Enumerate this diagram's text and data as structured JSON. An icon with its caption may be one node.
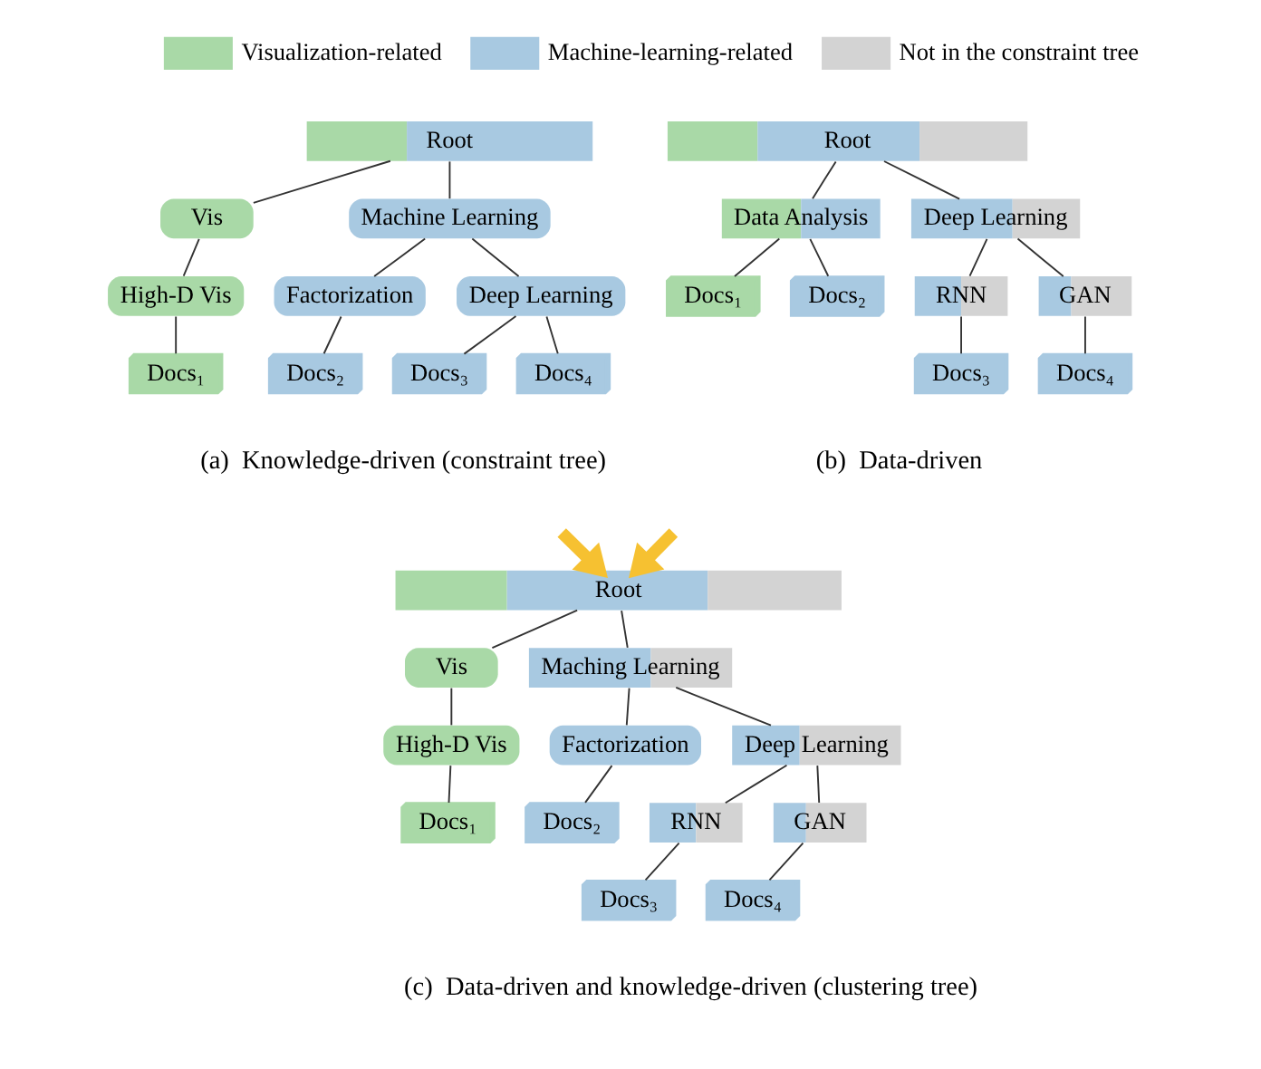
{
  "diagram": {
    "nodes": [
      {
        "text": [
          "Root"
        ]
      },
      {
        "text": [
          "Vis"
        ]
      },
      {
        "text": [
          "Machine Learning"
        ]
      },
      {
        "text": [
          "High-D Vis"
        ]
      },
      {
        "text": [
          "Factorization"
        ]
      },
      {
        "text": [
          "Deep Learning"
        ]
      },
      {
        "text": [
          "Docs₁"
        ]
      },
      {
        "text": [
          "Docs₂"
        ]
      },
      {
        "text": [
          "Docs₃"
        ]
      },
      {
        "text": [
          "Docs₄"
        ]
      },
      {
        "text": [
          "Root"
        ]
      },
      {
        "text": [
          "Data Analysis"
        ]
      },
      {
        "text": [
          "Deep Learning"
        ]
      },
      {
        "text": [
          "Docs₁"
        ]
      },
      {
        "text": [
          "Docs₂"
        ]
      },
      {
        "text": [
          "RNN"
        ]
      },
      {
        "text": [
          "GAN"
        ]
      },
      {
        "text": [
          "Docs₃"
        ]
      },
      {
        "text": [
          "Docs₄"
        ]
      },
      {
        "text": [
          "Root"
        ]
      },
      {
        "text": [
          "Vis"
        ]
      },
      {
        "text": [
          "Maching Learning"
        ]
      },
      {
        "text": [
          "High-D Vis"
        ]
      },
      {
        "text": [
          "Factorization"
        ]
      },
      {
        "text": [
          "Deep Learning"
        ]
      },
      {
        "text": [
          "Docs₁"
        ]
      },
      {
        "text": [
          "Docs₂"
        ]
      },
      {
        "text": [
          "RNN"
        ]
      },
      {
        "text": [
          "GAN"
        ]
      },
      {
        "text": [
          "Docs₃"
        ]
      },
      {
        "text": [
          "Docs₄"
        ]
      }
    ],
    "edges": [
      {
        "from": 0,
        "to": 1,
        "arrow": "none"
      },
      {
        "from": 0,
        "to": 2,
        "arrow": "none"
      },
      {
        "from": 1,
        "to": 3,
        "arrow": "none"
      },
      {
        "from": 2,
        "to": 4,
        "arrow": "none"
      },
      {
        "from": 2,
        "to": 5,
        "arrow": "none"
      },
      {
        "from": 3,
        "to": 6,
        "arrow": "none"
      },
      {
        "from": 4,
        "to": 7,
        "arrow": "none"
      },
      {
        "from": 5,
        "to": 8,
        "arrow": "none"
      },
      {
        "from": 5,
        "to": 9,
        "arrow": "none"
      },
      {
        "from": 10,
        "to": 11,
        "arrow": "none"
      },
      {
        "from": 10,
        "to": 12,
        "arrow": "none"
      },
      {
        "from": 11,
        "to": 13,
        "arrow": "none"
      },
      {
        "from": 11,
        "to": 14,
        "arrow": "none"
      },
      {
        "from": 12,
        "to": 15,
        "arrow": "none"
      },
      {
        "from": 12,
        "to": 16,
        "arrow": "none"
      },
      {
        "from": 15,
        "to": 17,
        "arrow": "none"
      },
      {
        "from": 16,
        "to": 18,
        "arrow": "none"
      },
      {
        "from": 19,
        "to": 20,
        "arrow": "none"
      },
      {
        "from": 19,
        "to": 21,
        "arrow": "none"
      },
      {
        "from": 20,
        "to": 22,
        "arrow": "none"
      },
      {
        "from": 21,
        "to": 23,
        "arrow": "none"
      },
      {
        "from": 21,
        "to": 24,
        "arrow": "none"
      },
      {
        "from": 22,
        "to": 25,
        "arrow": "none"
      },
      {
        "from": 23,
        "to": 26,
        "arrow": "none"
      },
      {
        "from": 24,
        "to": 27,
        "arrow": "none"
      },
      {
        "from": 24,
        "to": 28,
        "arrow": "none"
      },
      {
        "from": 27,
        "to": 29,
        "arrow": "none"
      },
      {
        "from": 28,
        "to": 30,
        "arrow": "none"
      },
      {
        "from": null,
        "to": 19,
        "arrow": "to",
        "style": "thick",
        "color": "#f6c131"
      },
      {
        "from": null,
        "to": 19,
        "arrow": "to",
        "style": "thick",
        "color": "#f6c131"
      }
    ],
    "labels": [
      "(a)  Knowledge-driven (constraint tree)",
      "(b)  Data-driven",
      "(c)  Data-driven and knowledge-driven (clustering tree)"
    ],
    "legend": [
      {
        "text": "Visualization-related",
        "color": "#a9d9a7"
      },
      {
        "text": "Machine-learning-related",
        "color": "#a8c9e1"
      },
      {
        "text": "Not in the constraint tree",
        "color": "#d3d3d3"
      }
    ]
  }
}
